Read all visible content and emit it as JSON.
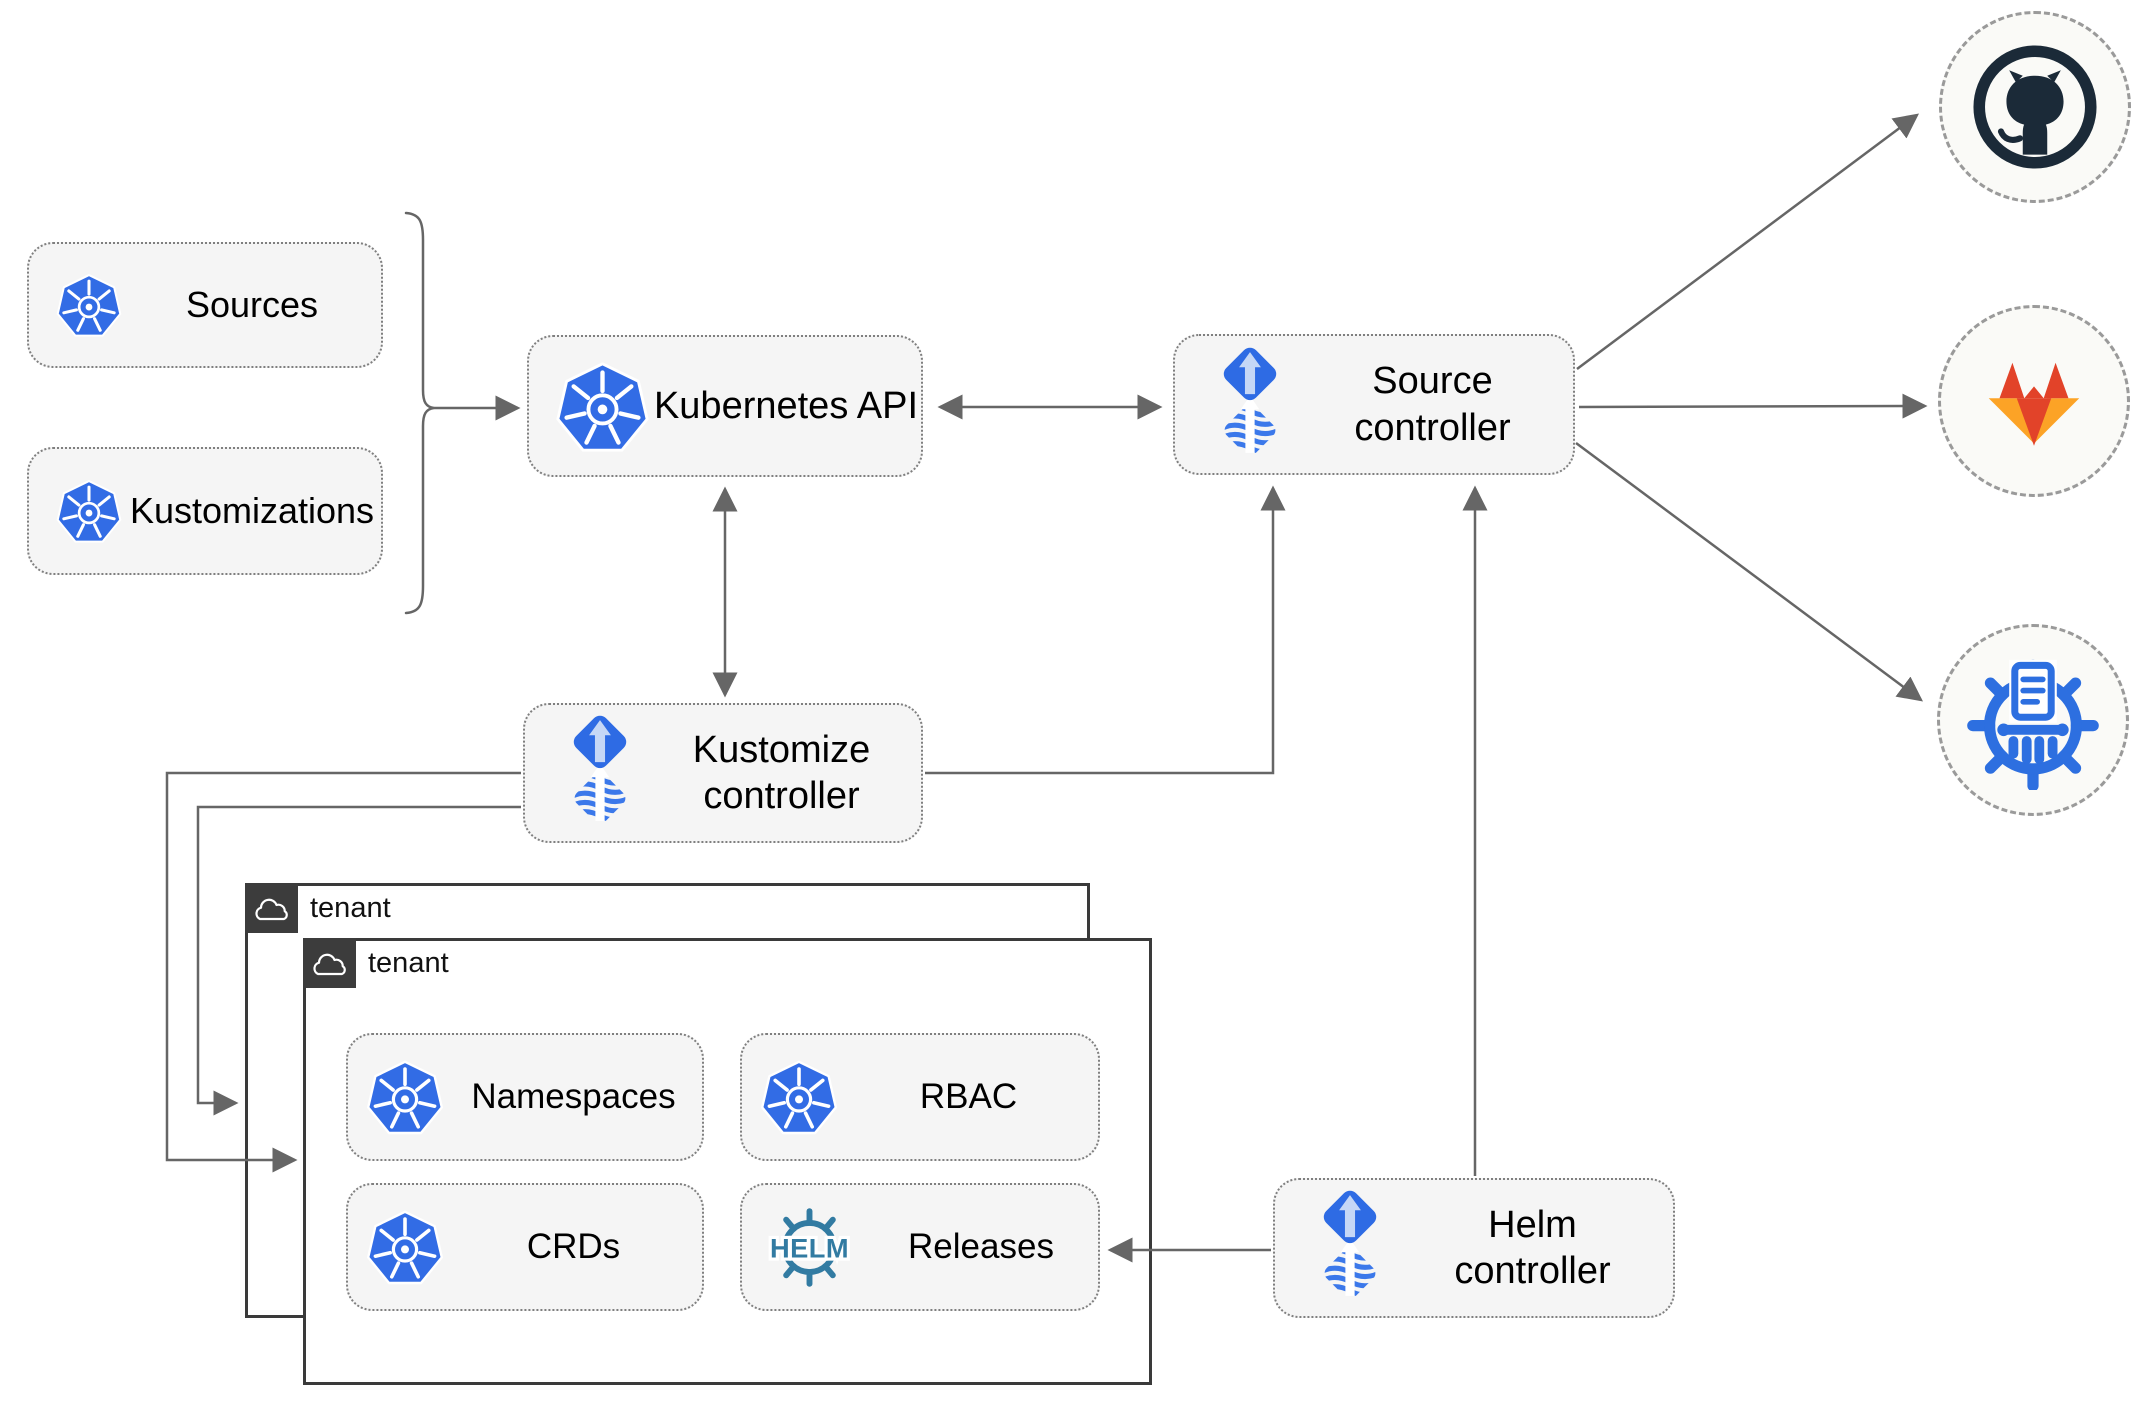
{
  "nodes": {
    "sources": {
      "label": "Sources",
      "icon": "kubernetes-icon"
    },
    "kustomizations": {
      "label": "Kustomizations",
      "icon": "kubernetes-icon"
    },
    "kubernetes_api": {
      "label": "Kubernetes API",
      "icon": "kubernetes-icon"
    },
    "source_controller": {
      "label": "Source controller",
      "icon": "flux-icon"
    },
    "kustomize_controller": {
      "label": "Kustomize controller",
      "icon": "flux-icon"
    },
    "helm_controller": {
      "label": "Helm controller",
      "icon": "flux-icon"
    },
    "tenant_outer": {
      "label": "tenant",
      "icon": "cloud-icon"
    },
    "tenant_inner": {
      "label": "tenant",
      "icon": "cloud-icon"
    },
    "namespaces": {
      "label": "Namespaces",
      "icon": "kubernetes-icon"
    },
    "rbac": {
      "label": "RBAC",
      "icon": "kubernetes-icon"
    },
    "crds": {
      "label": "CRDs",
      "icon": "kubernetes-icon"
    },
    "releases": {
      "label": "Releases",
      "icon": "helm-icon",
      "icon_text": "HELM"
    },
    "github": {
      "icon": "github-icon"
    },
    "gitlab": {
      "icon": "gitlab-icon"
    },
    "chartmuseum": {
      "icon": "chartmuseum-icon"
    }
  },
  "edges": [
    {
      "from": "sources-and-kustomizations-bracket",
      "to": "kubernetes_api",
      "arrow": "forward"
    },
    {
      "from": "kubernetes_api",
      "to": "source_controller",
      "arrow": "both"
    },
    {
      "from": "kubernetes_api",
      "to": "kustomize_controller",
      "arrow": "both"
    },
    {
      "from": "kustomize_controller",
      "to": "source_controller",
      "arrow": "forward"
    },
    {
      "from": "kustomize_controller",
      "to": "tenant_inner",
      "arrow": "forward"
    },
    {
      "from": "kustomize_controller",
      "to": "tenant_outer",
      "arrow": "forward"
    },
    {
      "from": "helm_controller",
      "to": "source_controller",
      "arrow": "forward"
    },
    {
      "from": "helm_controller",
      "to": "releases",
      "arrow": "forward"
    },
    {
      "from": "source_controller",
      "to": "github",
      "arrow": "forward"
    },
    {
      "from": "source_controller",
      "to": "gitlab",
      "arrow": "forward"
    },
    {
      "from": "source_controller",
      "to": "chartmuseum",
      "arrow": "forward"
    }
  ],
  "colors": {
    "kubernetes_blue": "#326ce5",
    "flux_blue": "#2e6be4",
    "flux_arrow_light": "#c5d7f6",
    "helm_teal": "#327ba2",
    "github_dark": "#1b2a38",
    "gitlab_red": "#e24329",
    "gitlab_amber": "#fca326",
    "chartmuseum_blue": "#2d6fe0",
    "connector_gray": "#666666",
    "node_fill": "#f5f5f5",
    "node_border": "#7f7f7f",
    "tenant_border": "#3a3a3a",
    "tenant_tab": "#3c3c3c"
  }
}
